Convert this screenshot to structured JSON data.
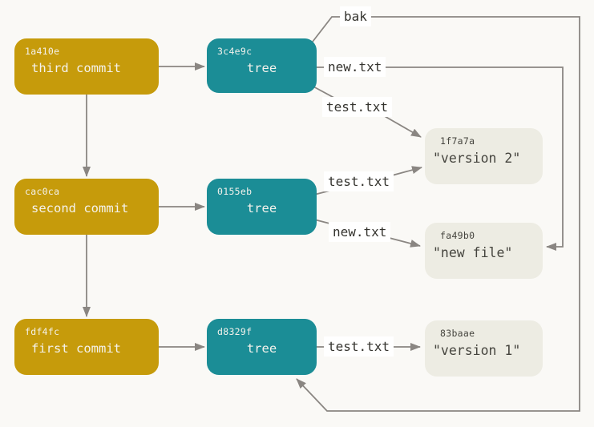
{
  "diagram": {
    "title": "git-objects-graph",
    "commits": [
      {
        "hash": "1a410e",
        "label": "third commit"
      },
      {
        "hash": "cac0ca",
        "label": "second commit"
      },
      {
        "hash": "fdf4fc",
        "label": "first commit"
      }
    ],
    "trees": [
      {
        "hash": "3c4e9c",
        "label": "tree"
      },
      {
        "hash": "0155eb",
        "label": "tree"
      },
      {
        "hash": "d8329f",
        "label": "tree"
      }
    ],
    "blobs": [
      {
        "hash": "1f7a7a",
        "label": "\"version 2\""
      },
      {
        "hash": "fa49b0",
        "label": "\"new file\""
      },
      {
        "hash": "83baae",
        "label": "\"version 1\""
      }
    ],
    "edge_labels": {
      "bak": "bak",
      "tree3_new": "new.txt",
      "tree3_test": "test.txt",
      "tree2_test": "test.txt",
      "tree2_new": "new.txt",
      "tree1_test": "test.txt"
    },
    "colors": {
      "commit": "#c69b0b",
      "tree": "#1b8d96",
      "blob": "#edece3",
      "line": "#8a8682",
      "box_text": "#f4f2ec",
      "blob_text": "#45443e",
      "label_text": "#34332e",
      "chip": "#ffffff",
      "background": "#faf9f6"
    }
  }
}
